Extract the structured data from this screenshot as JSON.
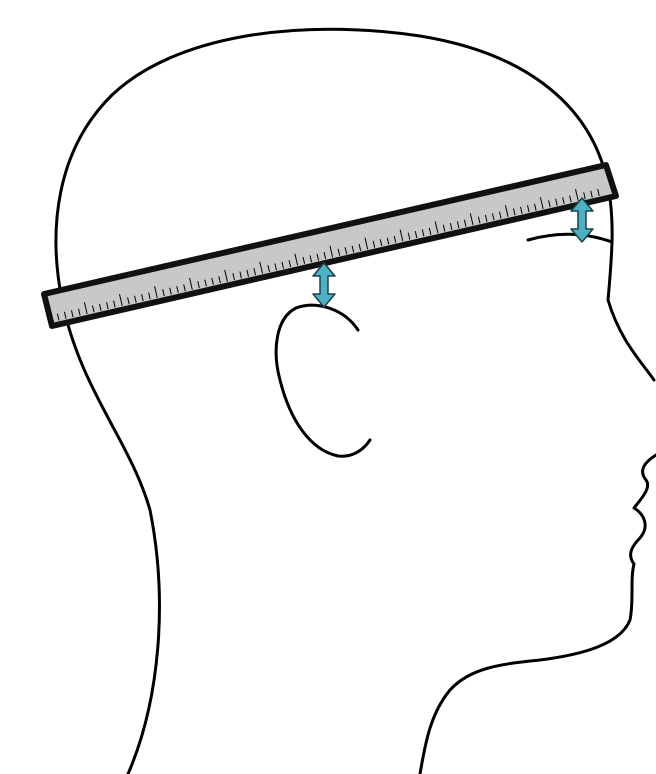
{
  "diagram": {
    "subject": "head-profile-facing-right",
    "instrument": "measuring-tape-ruler",
    "colors": {
      "background": "#ffffff",
      "outline": "#000000",
      "tape_fill": "#c8c8c8",
      "tape_border": "#111111",
      "tick": "#000000",
      "arrow": "#4bb2c6",
      "arrow_outline": "#1f3f47"
    },
    "indicators": [
      {
        "icon": "double-arrow-icon",
        "meaning": "gap-above-ear"
      },
      {
        "icon": "double-arrow-icon",
        "meaning": "gap-above-eyebrow"
      }
    ]
  }
}
